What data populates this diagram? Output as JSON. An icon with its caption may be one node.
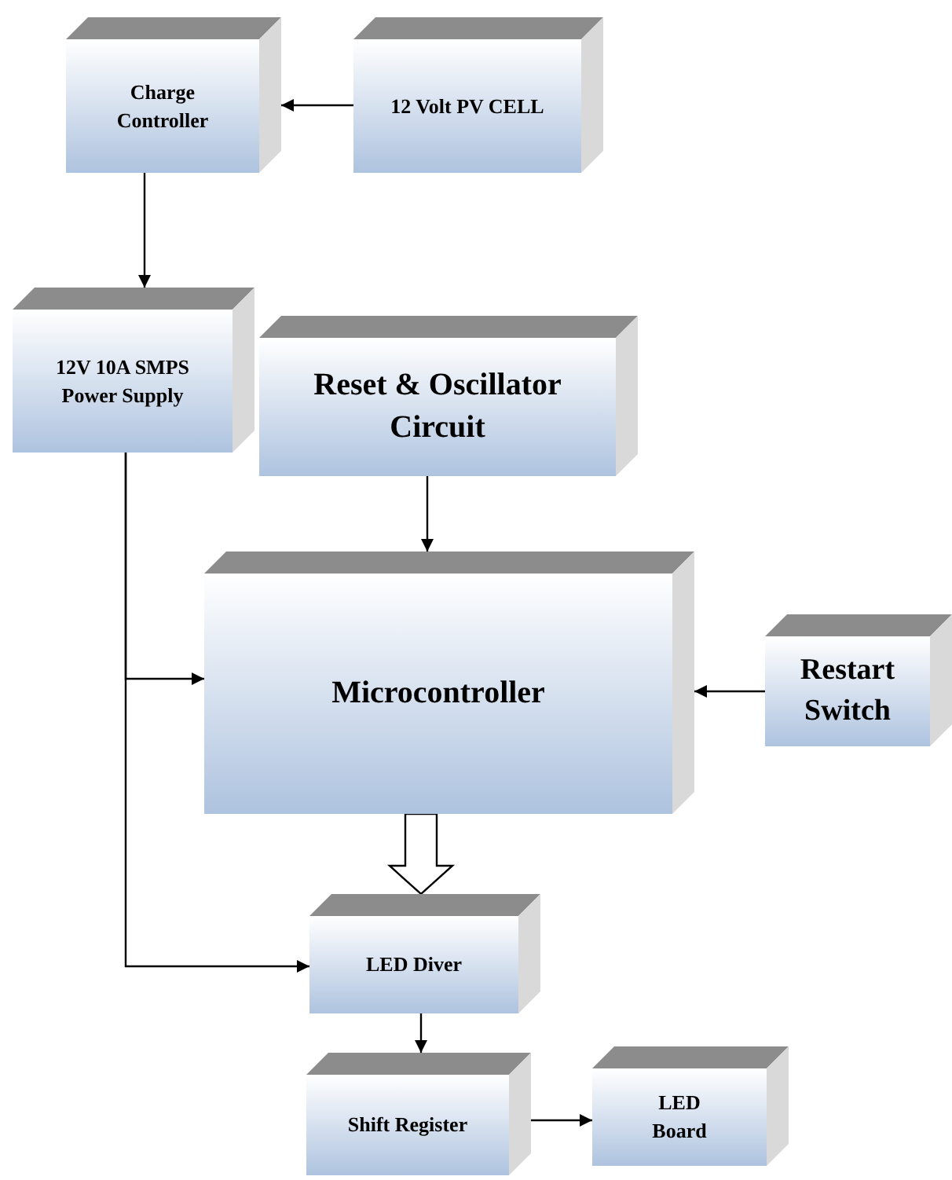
{
  "diagram": {
    "nodes": [
      {
        "text": [
          "Charge Controller"
        ]
      },
      {
        "text": [
          "12 Volt PV CELL"
        ]
      },
      {
        "text": [
          "12V 10A SMPS Power Supply"
        ]
      },
      {
        "text": [
          "Reset & Oscillator Circuit"
        ]
      },
      {
        "text": [
          "Microcontroller"
        ]
      },
      {
        "text": [
          "Restart Switch"
        ]
      },
      {
        "text": [
          "LED Diver"
        ]
      },
      {
        "text": [
          "Shift Register"
        ]
      },
      {
        "text": [
          "LED Board"
        ]
      }
    ],
    "edges": [
      {
        "from": 1,
        "to": 0,
        "arrow": "to"
      },
      {
        "from": 0,
        "to": 2,
        "arrow": "to"
      },
      {
        "from": 2,
        "to": 4,
        "arrow": "to"
      },
      {
        "from": 2,
        "to": 6,
        "arrow": "to"
      },
      {
        "from": 3,
        "to": 4,
        "arrow": "to"
      },
      {
        "from": 5,
        "to": 4,
        "arrow": "to"
      },
      {
        "from": 4,
        "to": 6,
        "arrow": "to",
        "style": "thick"
      },
      {
        "from": 6,
        "to": 7,
        "arrow": "to"
      },
      {
        "from": 7,
        "to": 8,
        "arrow": "to"
      }
    ]
  }
}
